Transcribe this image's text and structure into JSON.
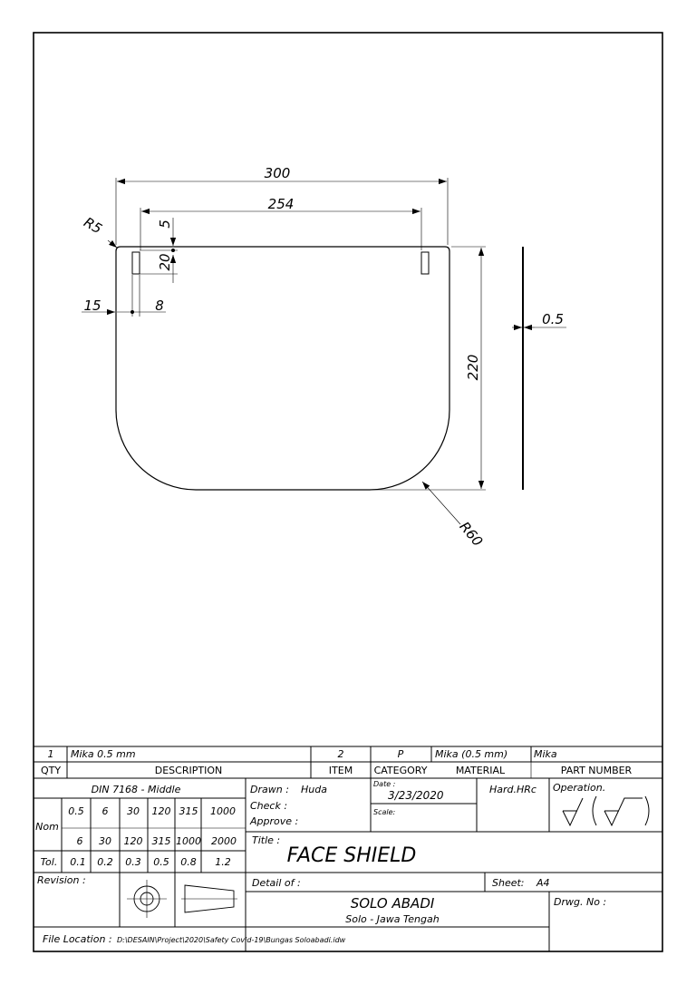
{
  "drawing": {
    "dimensions": {
      "overall_width": "300",
      "slot_span": "254",
      "slot_offset_top": "5",
      "slot_height": "20",
      "slot_offset_left": "15",
      "slot_width": "8",
      "height": "220",
      "corner_radius_small": "R5",
      "corner_radius_large": "R60",
      "thickness": "0.5"
    }
  },
  "title_block": {
    "parts_list": {
      "qty": "1",
      "description": "Mika 0.5 mm",
      "item": "2",
      "category": "P",
      "material": "Mika (0.5 mm)",
      "part_number": "Mika"
    },
    "headers": {
      "qty": "QTY",
      "description": "DESCRIPTION",
      "item": "ITEM",
      "category": "CATEGORY",
      "material": "MATERIAL",
      "part_number": "PART NUMBER"
    },
    "tolerance": {
      "standard": "DIN 7168 - Middle",
      "nom_label": "Nom",
      "tol_label": "Tol.",
      "from": [
        "0.5",
        "6",
        "30",
        "120",
        "315",
        "1000"
      ],
      "to": [
        "6",
        "30",
        "120",
        "315",
        "1000",
        "2000"
      ],
      "values": [
        "0.1",
        "0.2",
        "0.3",
        "0.5",
        "0.8",
        "1.2"
      ]
    },
    "drawn_label": "Drawn :",
    "drawn_by": "Huda",
    "check_label": "Check :",
    "approve_label": "Approve :",
    "date_label": "Date :",
    "date": "3/23/2020",
    "scale_label": "Scale:",
    "hardness_label": "Hard.HRc",
    "operation_label": "Operation.",
    "title_label": "Title :",
    "title": "FACE SHIELD",
    "revision_label": "Revision :",
    "detail_label": "Detail of :",
    "sheet_label": "Sheet:",
    "sheet_size": "A4",
    "company": "SOLO ABADI",
    "company_location": "Solo - Jawa Tengah",
    "drawing_no_label": "Drwg. No :",
    "file_location_label": "File Location :",
    "file_path": "D:\\DESAIN\\Project\\2020\\Safety Covid-19\\Bungas Soloabadi.idw"
  }
}
